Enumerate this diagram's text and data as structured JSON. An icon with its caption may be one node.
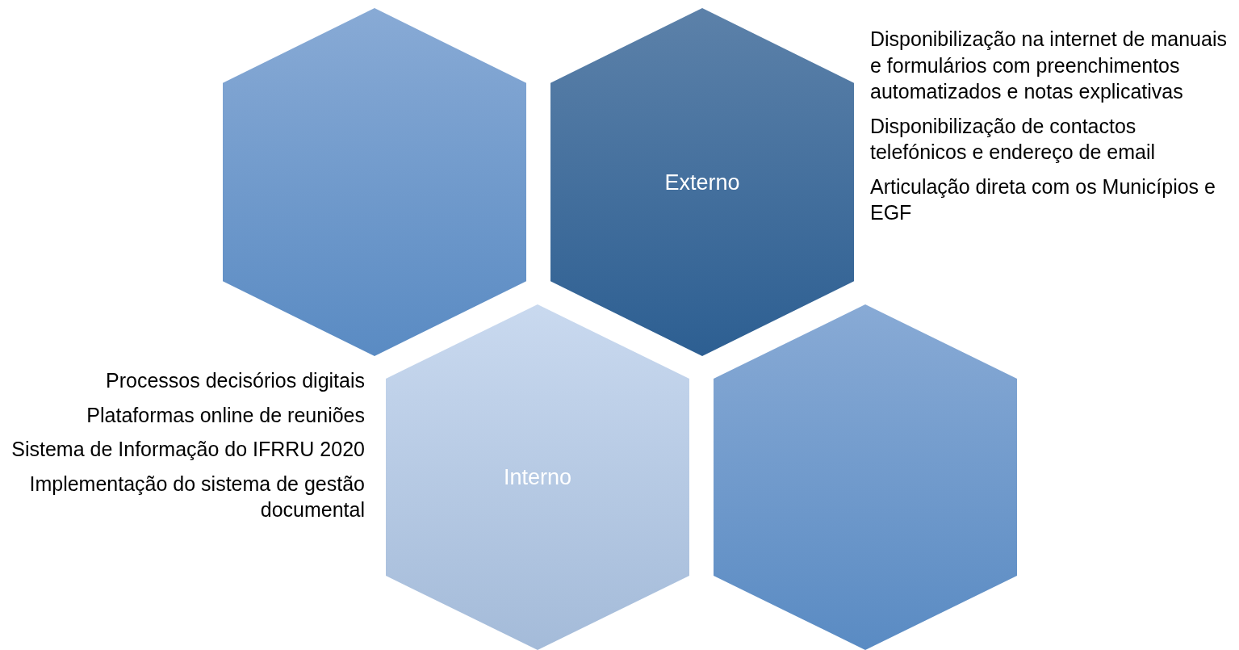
{
  "diagram": {
    "nodes": [
      {
        "text": [],
        "shape": "hexagon"
      },
      {
        "text": [
          "Externo"
        ],
        "beside": [
          "Disponibilização na internet de manuais e formulários com preenchimentos automatizados e notas explicativas",
          "Disponibilização de contactos telefónicos e endereço de email",
          "Articulação direta com os Municípios e EGF"
        ]
      },
      {
        "text": [
          "Interno"
        ],
        "beside": [
          "Processos decisórios digitais",
          "Plataformas online de reuniões",
          "Sistema de Informação do IFRRU 2020",
          "Implementação do sistema de gestão documental"
        ]
      },
      {
        "text": [],
        "shape": "hexagon"
      }
    ]
  }
}
